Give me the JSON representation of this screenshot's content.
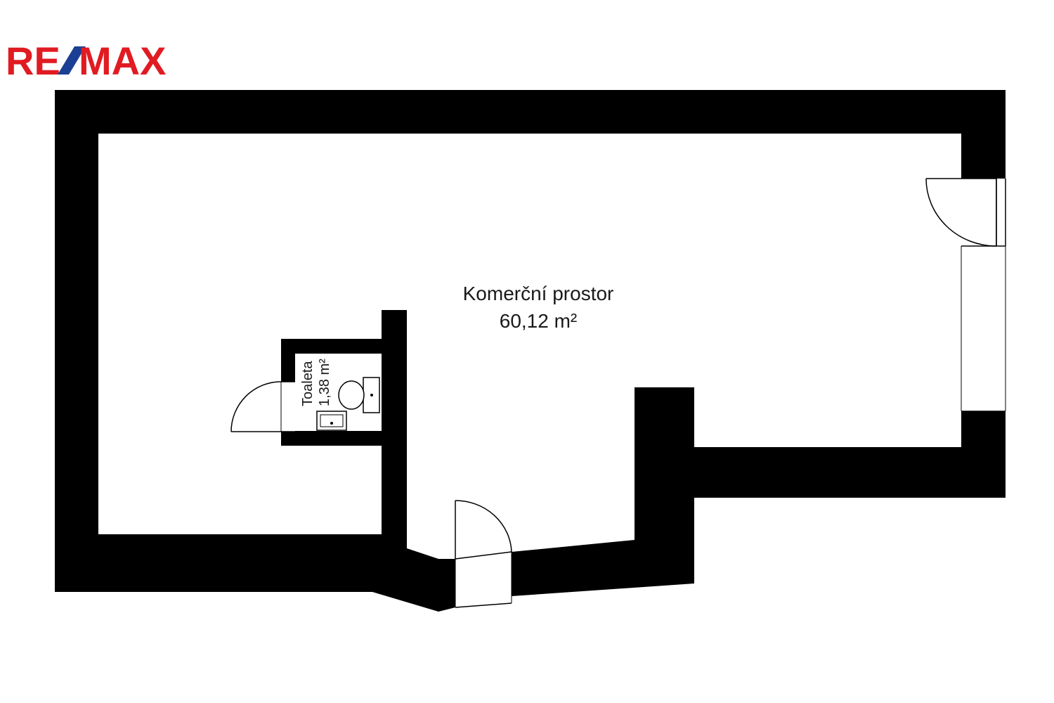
{
  "logo": {
    "left": "RE",
    "slash": "/",
    "right": "MAX",
    "red": "#e11b22",
    "blue": "#1b3f94"
  },
  "rooms": {
    "commercial": {
      "name": "Komerční prostor",
      "area": "60,12 m²"
    },
    "toilet": {
      "name": "Toaleta",
      "area": "1,38 m²"
    }
  },
  "colors": {
    "wall": "#000000",
    "floor": "#ffffff",
    "line": "#000000"
  }
}
